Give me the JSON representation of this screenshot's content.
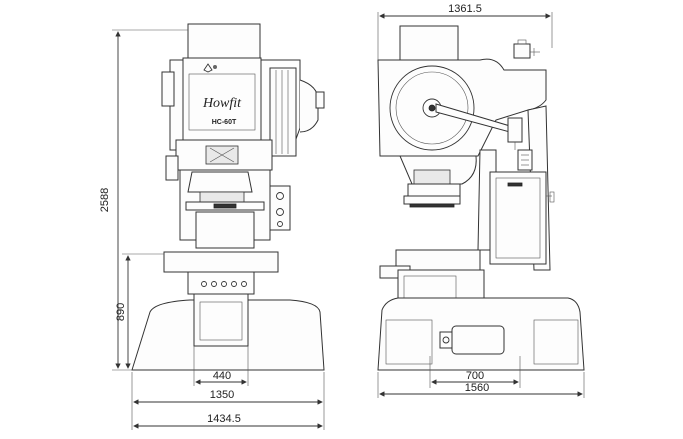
{
  "brand": {
    "name": "Howfit",
    "model": "HC-60T"
  },
  "front_view": {
    "dimensions": {
      "total_height": "2588",
      "table_height": "890",
      "bolster_width": "440",
      "base_width": "1350",
      "overall_width": "1434.5"
    }
  },
  "side_view": {
    "dimensions": {
      "overall_depth": "1361.5",
      "base_inner": "700",
      "base_depth": "1560"
    }
  }
}
